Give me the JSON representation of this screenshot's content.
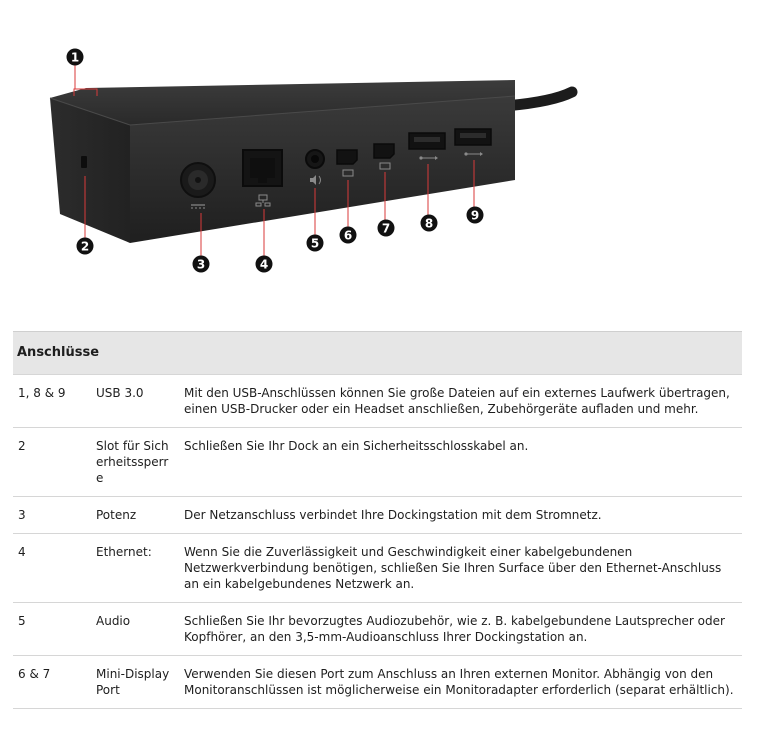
{
  "figure": {
    "callouts": [
      "1",
      "2",
      "3",
      "4",
      "5",
      "6",
      "7",
      "8",
      "9"
    ],
    "icons": [
      "kensington-lock-slot",
      "dc-power-port",
      "ethernet-port",
      "audio-jack",
      "mini-displayport",
      "mini-displayport",
      "usb-port",
      "usb-port"
    ]
  },
  "table": {
    "header": "Anschlüsse",
    "rows": [
      {
        "num": "1, 8 & 9",
        "name": "USB 3.0",
        "desc": "Mit den USB-Anschlüssen können Sie große Dateien auf ein externes Laufwerk übertragen, einen USB-Drucker oder ein Headset anschließen, Zubehörgeräte aufladen und mehr."
      },
      {
        "num": "2",
        "name": "Slot für Sicherheitssperre",
        "desc": "Schließen Sie Ihr Dock an ein Sicherheitsschlosskabel an."
      },
      {
        "num": "3",
        "name": "Potenz",
        "desc": "Der Netzanschluss verbindet Ihre Dockingstation mit dem Stromnetz."
      },
      {
        "num": "4",
        "name": "Ethernet:",
        "desc": "Wenn Sie die Zuverlässigkeit und Geschwindigkeit einer kabelgebundenen Netzwerkverbindung benötigen, schließen Sie Ihren Surface über den Ethernet-Anschluss an ein kabelgebundenes Netzwerk an."
      },
      {
        "num": "5",
        "name": "Audio",
        "desc": "Schließen Sie Ihr bevorzugtes Audiozubehör, wie z. B. kabelgebundene Lautsprecher oder Kopfhörer, an den 3,5-mm-Audioanschluss Ihrer Dockingstation an."
      },
      {
        "num": "6 & 7",
        "name": "Mini-DisplayPort",
        "desc": "Verwenden Sie diesen Port zum Anschluss an Ihren externen Monitor. Abhängig von den Monitoranschlüssen ist möglicherweise ein Monitoradapter erforderlich (separat erhältlich)."
      }
    ]
  }
}
